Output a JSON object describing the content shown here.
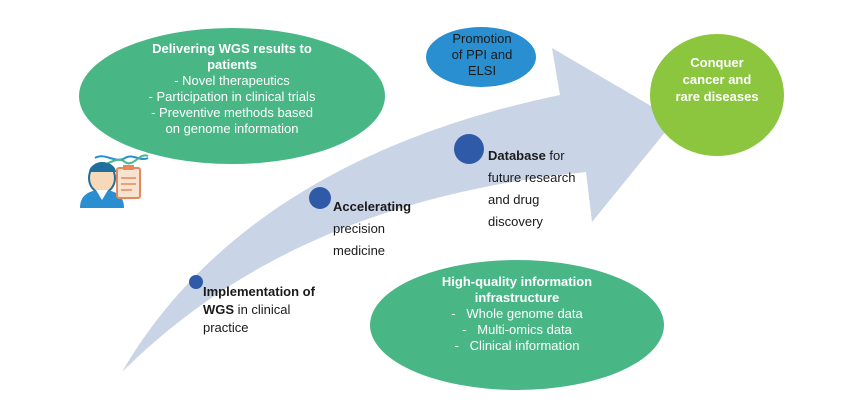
{
  "colors": {
    "arrow": "#c9d4e6",
    "green_ellipse": "#49b686",
    "blue_ellipse": "#2a8fd0",
    "goal_circle": "#8cc63e",
    "milestone_dot": "#2f5aa8"
  },
  "top_ellipse": {
    "title": "Delivering WGS results to patients",
    "items": [
      "- Novel therapeutics",
      "- Participation in clinical trials",
      "- Preventive methods based on genome information"
    ]
  },
  "promotion": {
    "text": "Promotion of PPI and ELSI"
  },
  "goal": {
    "text": "Conquer cancer and rare diseases"
  },
  "milestones": [
    {
      "bold": "Implementation of WGS",
      "rest": " in clinical practice"
    },
    {
      "bold": "Accelerating",
      "rest": " precision medicine"
    },
    {
      "bold": "Database",
      "rest": " for future research and drug discovery"
    }
  ],
  "bottom_ellipse": {
    "title": "High-quality information infrastructure",
    "items": [
      "-   Whole genome data",
      "-   Multi-omics data",
      "-   Clinical information"
    ]
  },
  "icons": {
    "person": "doctor-with-dna-icon"
  }
}
